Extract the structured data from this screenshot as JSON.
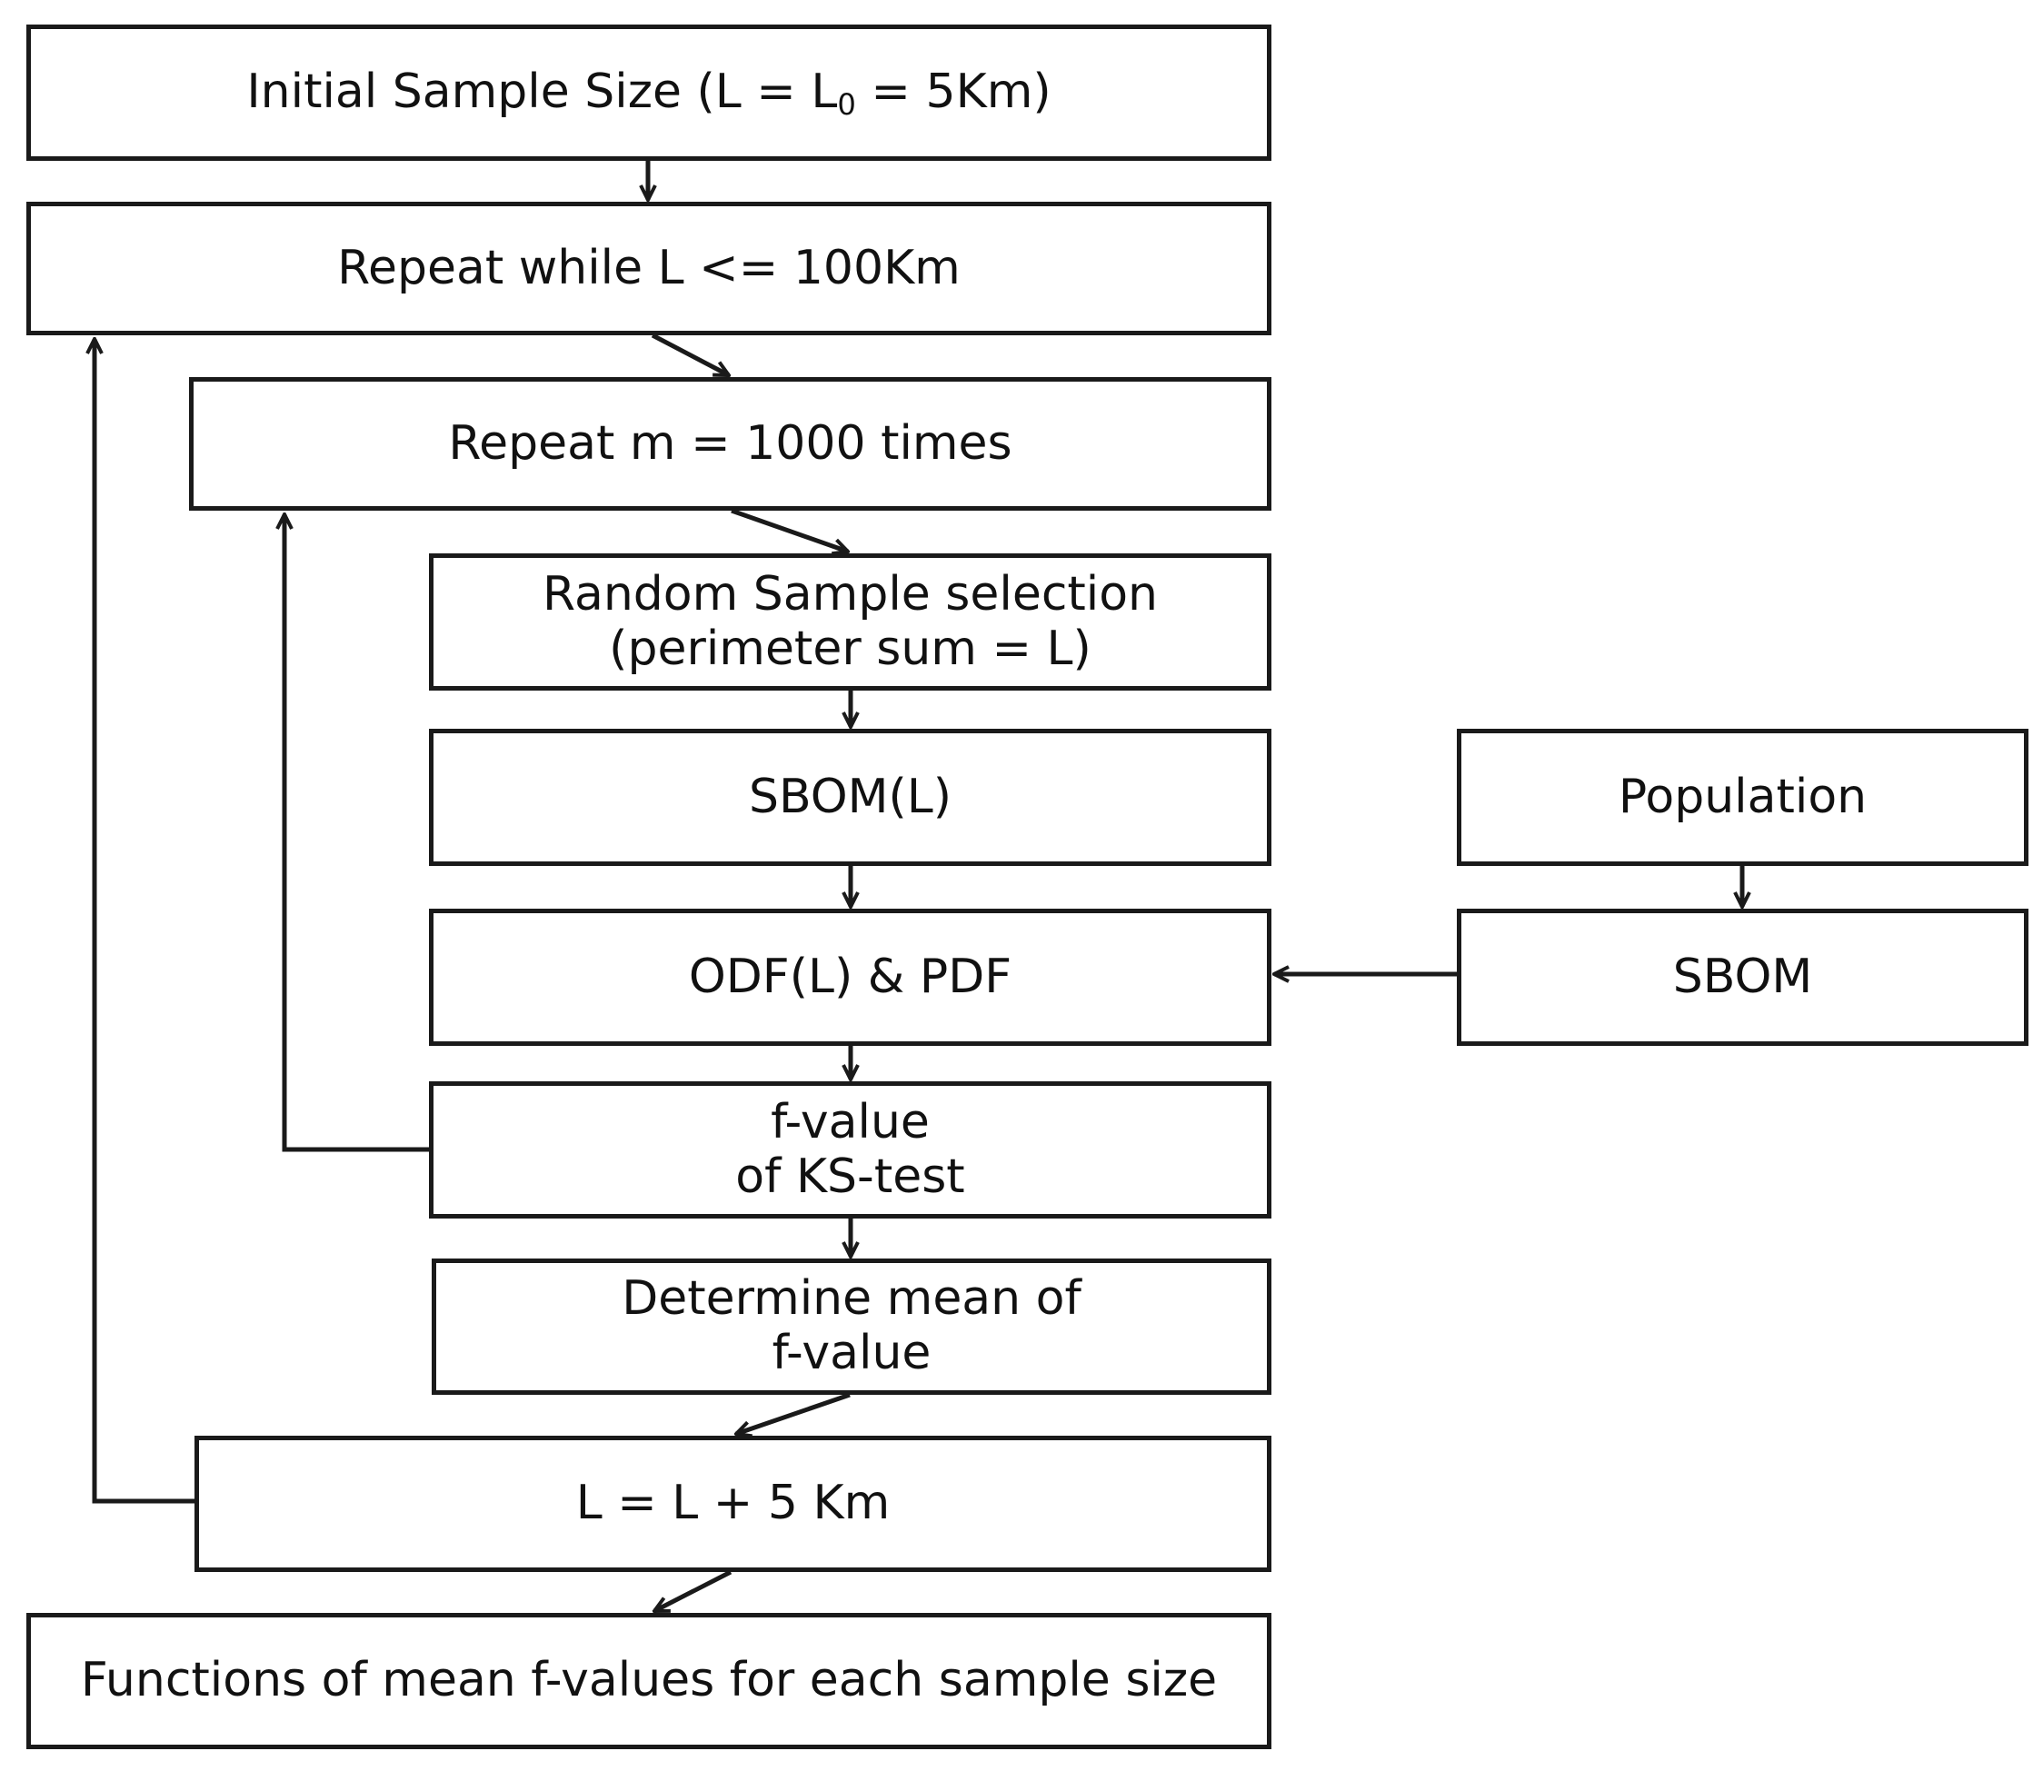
{
  "boxes": {
    "initial": {
      "text_prefix": "Initial Sample Size (L = L",
      "subscript": "0",
      "text_suffix": " = 5Km)"
    },
    "while_loop": {
      "text": "Repeat while L <= 100Km"
    },
    "repeat_m": {
      "text": "Repeat m = 1000 times"
    },
    "random_sample": {
      "line1": "Random Sample selection",
      "line2": "(perimeter sum = L)"
    },
    "sbom_l": {
      "text": "SBOM(L)"
    },
    "odf_pdf": {
      "text": "ODF(L) & PDF"
    },
    "f_value": {
      "line1": "f-value",
      "line2": "of KS-test"
    },
    "mean": {
      "line1": "Determine mean of",
      "line2": "f-value"
    },
    "increment": {
      "text": "L = L + 5 Km"
    },
    "functions": {
      "text": "Functions of mean f-values for each sample size"
    },
    "population": {
      "text": "Population"
    },
    "sbom": {
      "text": "SBOM"
    }
  },
  "colors": {
    "stroke": "#1a1a1a",
    "background": "#ffffff"
  }
}
